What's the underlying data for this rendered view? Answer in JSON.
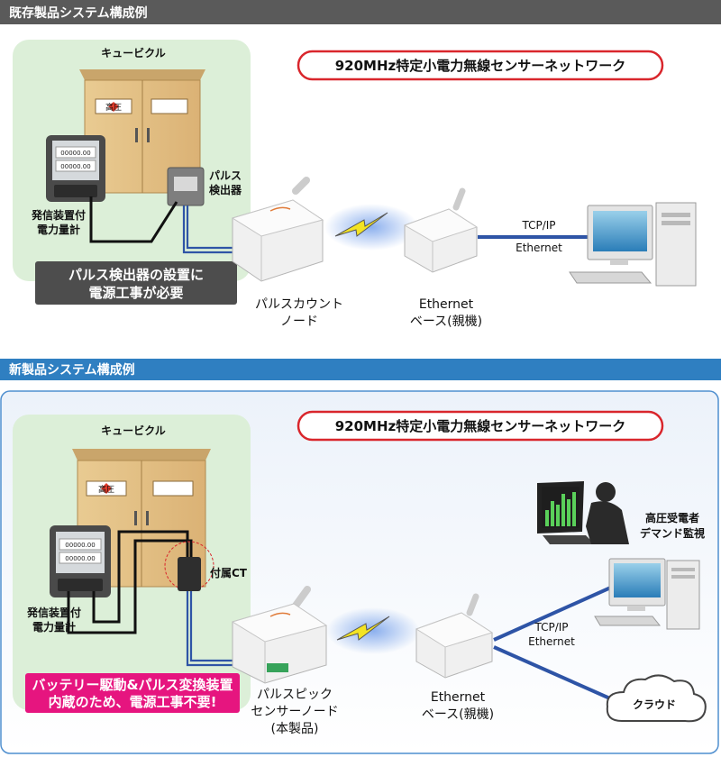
{
  "top": {
    "header": "既存製品システム構成例",
    "cubicle_label": "キュービクル",
    "high_voltage_sign": "高圧",
    "meter_label_1": "発信装置付",
    "meter_label_2": "電力量計",
    "pulse_detector_1": "パルス",
    "pulse_detector_2": "検出器",
    "network_title": "920MHz特定小電力無線センサーネットワーク",
    "notice_1": "パルス検出器の設置に",
    "notice_2": "電源工事が必要",
    "node_label_1": "パルスカウント",
    "node_label_2": "ノード",
    "base_label_1": "Ethernet",
    "base_label_2": "ベース(親機)",
    "link_label_1": "TCP/IP",
    "link_label_2": "Ethernet",
    "meter_digits": [
      "00000.00",
      "00000.00"
    ]
  },
  "bottom": {
    "header": "新製品システム構成例",
    "cubicle_label": "キュービクル",
    "high_voltage_sign": "高圧",
    "meter_label_1": "発信装置付",
    "meter_label_2": "電力量計",
    "ct_label": "付属CT",
    "network_title": "920MHz特定小電力無線センサーネットワーク",
    "notice_1": "バッテリー駆動&パルス変換装置",
    "notice_2": "内蔵のため、電源工事不要!",
    "node_label_1": "パルスピック",
    "node_label_2": "センサーノード",
    "node_label_3": "(本製品)",
    "base_label_1": "Ethernet",
    "base_label_2": "ベース(親機)",
    "link_label_1": "TCP/IP",
    "link_label_2": "Ethernet",
    "monitor_label_1": "高圧受電者",
    "monitor_label_2": "デマンド監視",
    "cloud_label": "クラウド",
    "meter_digits": [
      "00000.00",
      "00000.00"
    ]
  },
  "colors": {
    "header_top": "#5a5a5a",
    "header_bottom": "#2f7fc1",
    "panel_green": "#dcefd8",
    "cubicle": "#e4c184",
    "title_border": "#d9262c",
    "notice_top": "#4d4d4d",
    "notice_bottom": "#e6157f",
    "cable_blue": "#2e54a6",
    "bolt_yellow": "#f3e323"
  }
}
